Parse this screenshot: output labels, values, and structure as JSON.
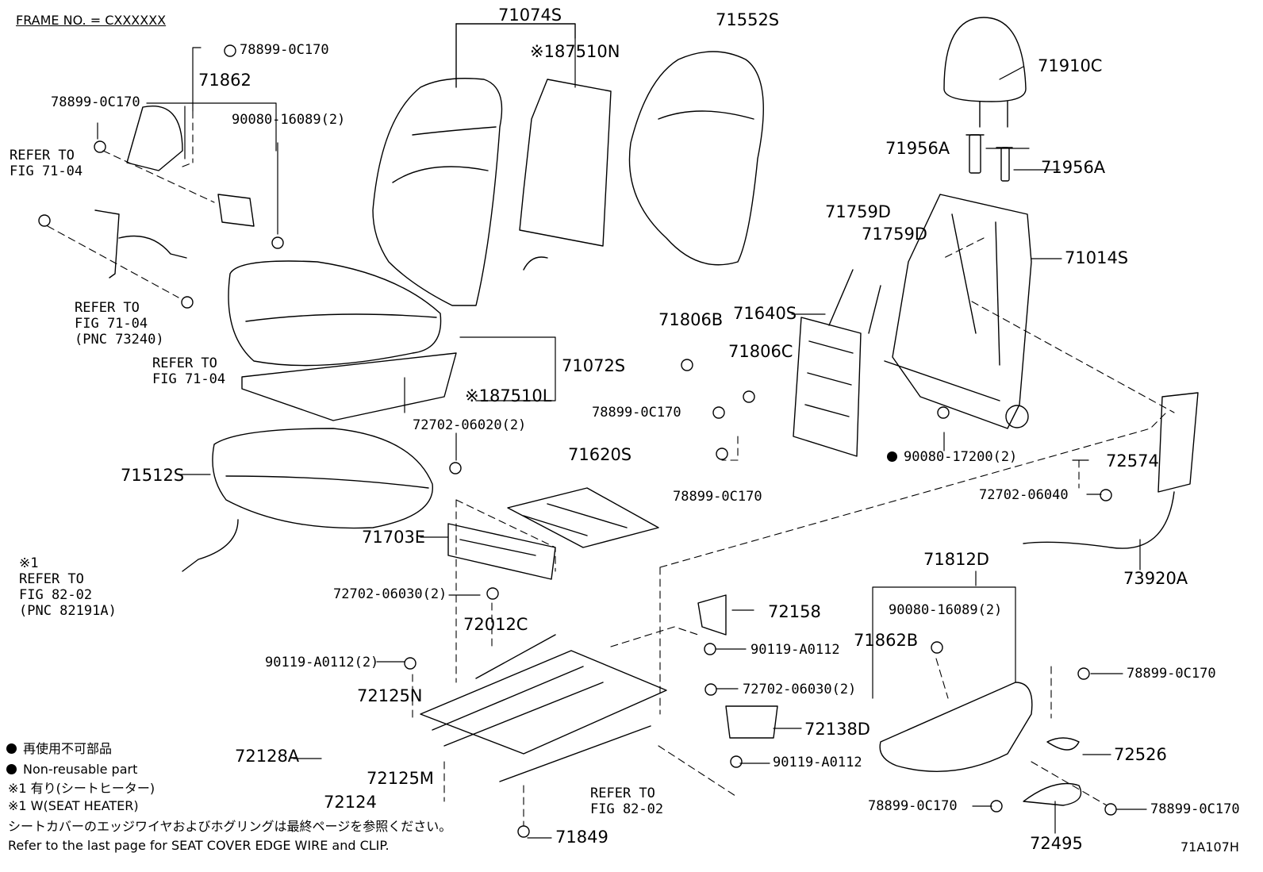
{
  "header": {
    "frame_no": "FRAME NO. = CXXXXXX"
  },
  "footer": {
    "figure_code": "71A107H"
  },
  "legend": {
    "jp_nonreusable": "再使用不可部品",
    "en_nonreusable": "Non-reusable part",
    "jp_heater": "※1 有り(シートヒーター)",
    "en_heater": "※1 W(SEAT HEATER)",
    "jp_refer": "シートカバーのエッジワイヤおよびホグリングは最終ページを参照ください。",
    "en_refer": "Refer to the last page for SEAT COVER EDGE WIRE and CLIP."
  },
  "parts": {
    "p71074S": "71074S",
    "p87510N": "※187510N",
    "p71552S": "71552S",
    "p71910C": "71910C",
    "p78899_top": "78899-0C170",
    "p71862": "71862",
    "p78899_left": "78899-0C170",
    "p90080_16089_a": "90080-16089(2)",
    "refer_7104_a": "REFER TO\nFIG 71-04",
    "p71956A_l": "71956A",
    "p71956A_r": "71956A",
    "p71759D_a": "71759D",
    "p71759D_b": "71759D",
    "p71014S": "71014S",
    "refer_73240": "REFER TO\nFIG 71-04\n(PNC 73240)",
    "refer_7104_b": "REFER TO\nFIG 71-04",
    "p71806B": "71806B",
    "p71640S": "71640S",
    "p71806C": "71806C",
    "p71072S": "71072S",
    "p87510L": "※187510L",
    "p78899_mid": "78899-0C170",
    "p72702_06020": "72702-06020(2)",
    "p90080_17200": "90080-17200(2)",
    "p71620S": "71620S",
    "p71512S": "71512S",
    "p72574": "72574",
    "p78899_mid2": "78899-0C170",
    "p72702_06040": "72702-06040",
    "p71703E": "71703E",
    "refer_82191A": "※1\nREFER TO\nFIG 82-02\n(PNC 82191A)",
    "p71812D": "71812D",
    "p73920A": "73920A",
    "p72702_06030_a": "72702-06030(2)",
    "p72158": "72158",
    "p90080_16089_b": "90080-16089(2)",
    "p72012C": "72012C",
    "p90119_a": "90119-A0112",
    "p71862B": "71862B",
    "p90119_b": "90119-A0112(2)",
    "p78899_r1": "78899-0C170",
    "p72702_06030_b": "72702-06030(2)",
    "p72125N": "72125N",
    "p72138D": "72138D",
    "p72128A": "72128A",
    "p72526": "72526",
    "p90119_c": "90119-A0112",
    "p72125M": "72125M",
    "p72124": "72124",
    "refer_8202": "REFER TO\nFIG 82-02",
    "p78899_b1": "78899-0C170",
    "p78899_b2": "78899-0C170",
    "p71849": "71849",
    "p72495": "72495"
  }
}
